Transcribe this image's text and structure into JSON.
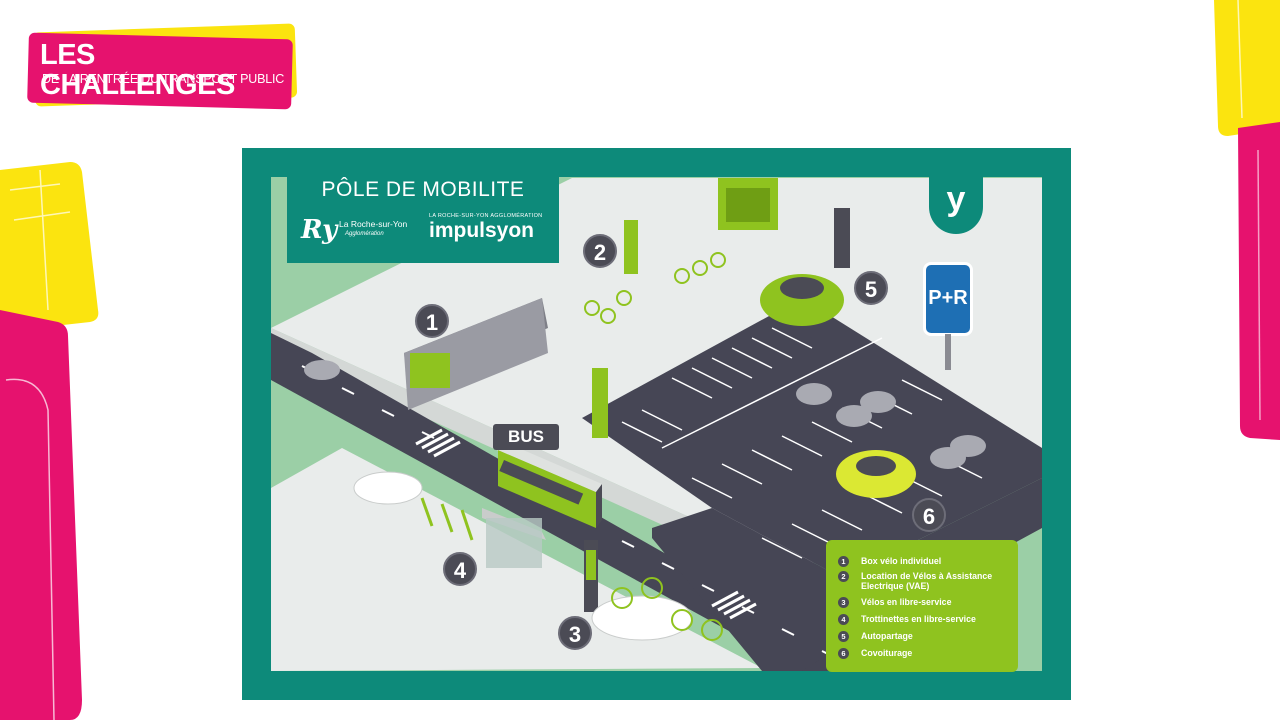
{
  "logo": {
    "title": "LES CHALLENGES",
    "subtitle": "DE LA RENTRÉE DU TRANSPORT PUBLIC",
    "colors": {
      "pink": "#e6126e",
      "yellow": "#fbe40f"
    }
  },
  "poster": {
    "title": "PÔLE DE MOBILITE",
    "partner_initials": "Ry",
    "partner_name": "La Roche-sur-Yon",
    "partner_sub": "Agglomération",
    "operator_tag": "LA ROCHE-SUR-YON AGGLOMÉRATION",
    "operator_name": "impulsyon",
    "operator_badge": "y",
    "bus_label": "BUS",
    "park_ride_label": "P+R",
    "markers": [
      "1",
      "2",
      "3",
      "4",
      "5",
      "6"
    ],
    "colors": {
      "teal": "#0d8a7a",
      "green": "#8fc31f",
      "road": "#464655",
      "marker": "#4b4b55"
    }
  },
  "legend": {
    "items": [
      {
        "num": "1",
        "label": "Box vélo individuel"
      },
      {
        "num": "2",
        "label": "Location de Vélos à Assistance Electrique (VAE)"
      },
      {
        "num": "3",
        "label": "Vélos en libre-service"
      },
      {
        "num": "4",
        "label": "Trottinettes en libre-service"
      },
      {
        "num": "5",
        "label": "Autopartage"
      },
      {
        "num": "6",
        "label": "Covoiturage"
      }
    ]
  }
}
